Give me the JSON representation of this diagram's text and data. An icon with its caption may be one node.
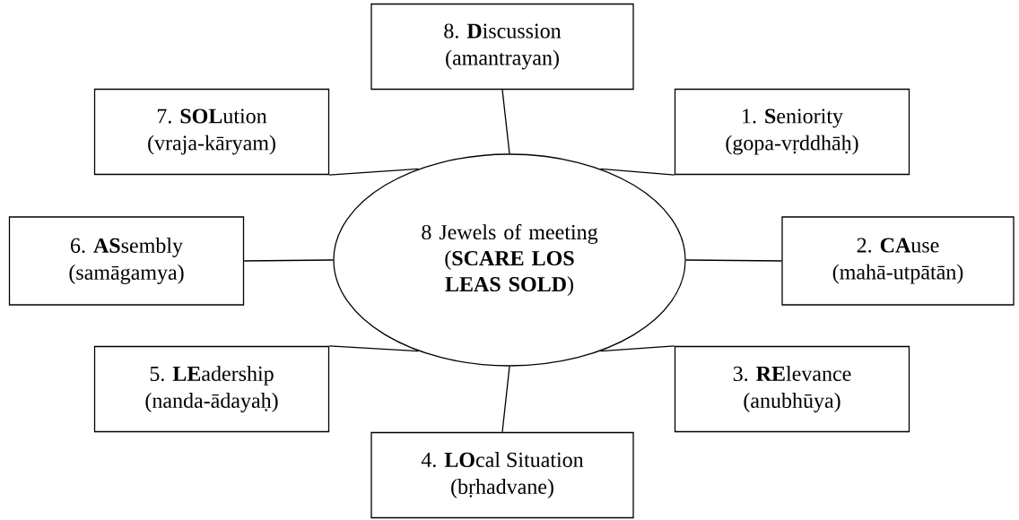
{
  "diagram": {
    "nodes": [
      {
        "text": [
          "8 Jewels of meeting (**SCARE LOS LEAS SOLD**)"
        ]
      },
      {
        "text": [
          "8. **D**iscussion",
          "(amantrayan)"
        ]
      },
      {
        "text": [
          "7. **SOL**ution",
          "(vraja-kāryam)"
        ]
      },
      {
        "text": [
          "1. **S**eniority",
          "(gopa-vṛddhāḥ)"
        ]
      },
      {
        "text": [
          "6. **AS**sembly",
          "(samāgamya)"
        ]
      },
      {
        "text": [
          "2. **CA**use",
          "(mahā-utpātān)"
        ]
      },
      {
        "text": [
          "5. **LE**adership",
          "(nanda-ādayaḥ)"
        ]
      },
      {
        "text": [
          "3. **RE**levance",
          "(anubhūya)"
        ]
      },
      {
        "text": [
          "4. **LO**cal Situation",
          "(bṛhadvane)"
        ]
      }
    ],
    "edges": [
      {
        "from": 0,
        "to": 1,
        "arrow": "none"
      },
      {
        "from": 0,
        "to": 2,
        "arrow": "none"
      },
      {
        "from": 0,
        "to": 3,
        "arrow": "none"
      },
      {
        "from": 0,
        "to": 4,
        "arrow": "none"
      },
      {
        "from": 0,
        "to": 5,
        "arrow": "none"
      },
      {
        "from": 0,
        "to": 6,
        "arrow": "none"
      },
      {
        "from": 0,
        "to": 7,
        "arrow": "none"
      },
      {
        "from": 0,
        "to": 8,
        "arrow": "none"
      }
    ]
  }
}
